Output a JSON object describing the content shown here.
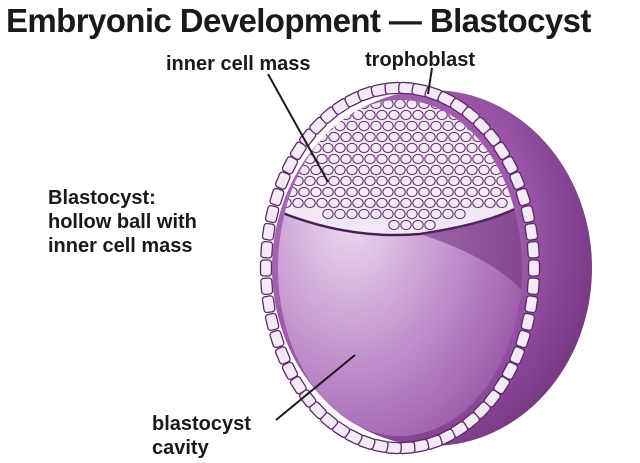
{
  "title": "Embryonic Development — Blastocyst",
  "labels": {
    "inner_cell_mass": "inner cell mass",
    "trophoblast": "trophoblast",
    "definition_line1": "Blastocyst:",
    "definition_line2": "hollow ball with",
    "definition_line3": "inner cell mass",
    "cavity_line1": "blastocyst",
    "cavity_line2": "cavity"
  },
  "colors": {
    "shell_dark": "#6e2f78",
    "shell_mid": "#a15cae",
    "cavity_light": "#d6b3de",
    "cell_fill": "#f4e9f6",
    "cell_stroke": "#5b2a66"
  }
}
